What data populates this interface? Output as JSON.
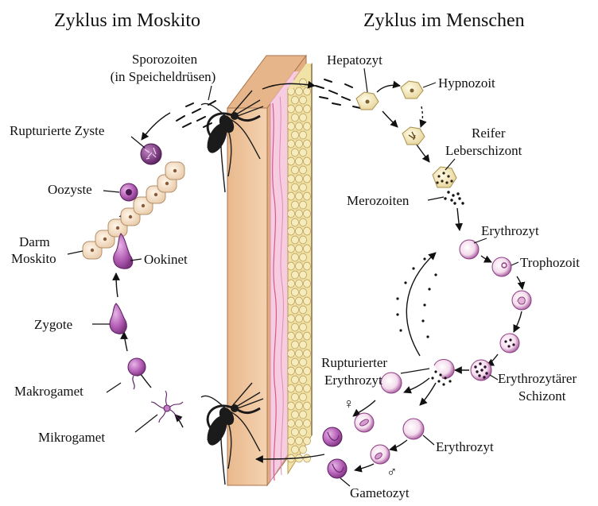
{
  "titles": {
    "mosquito_cycle": "Zyklus im Moskito",
    "human_cycle": "Zyklus im Menschen"
  },
  "labels": {
    "sporozoites_line1": "Sporozoiten",
    "sporozoites_line2": "(in Speicheldrüsen)",
    "ruptured_cyst": "Rupturierte Zyste",
    "oocyst": "Oozyste",
    "gut_line1": "Darm",
    "gut_line2": "Moskito",
    "ookinete": "Ookinet",
    "zygote": "Zygote",
    "macrogamete": "Makrogamet",
    "microgamete": "Mikrogamet",
    "hepatocyte": "Hepatozyt",
    "hypnozoite": "Hypnozoit",
    "mature_schizont_line1": "Reifer",
    "mature_schizont_line2": "Leberschizont",
    "merozoites": "Merozoiten",
    "erythrocyte_top": "Erythrozyt",
    "trophozoite": "Trophozoit",
    "ruptured_erythrocyte_line1": "Rupturierter",
    "ruptured_erythrocyte_line2": "Erythrozyt",
    "erythrocytic_schizont_line1": "Erythrozytärer",
    "erythrocytic_schizont_line2": "Schizont",
    "erythrocyte_bottom": "Erythrozyt",
    "gametocyte": "Gametozyt",
    "female_symbol": "♀",
    "male_symbol": "♂"
  },
  "colors": {
    "skin_outer": "#f1c9a1",
    "skin_edge": "#c28d64",
    "dermis_pink": "#f6cde0",
    "fat_yellow": "#f1e3a8",
    "parasite_purple": "#b45fb6",
    "cell_pale": "#f7e7f1",
    "gut_cell": "#f3ddc4",
    "mosquito": "#1b1b1b"
  }
}
